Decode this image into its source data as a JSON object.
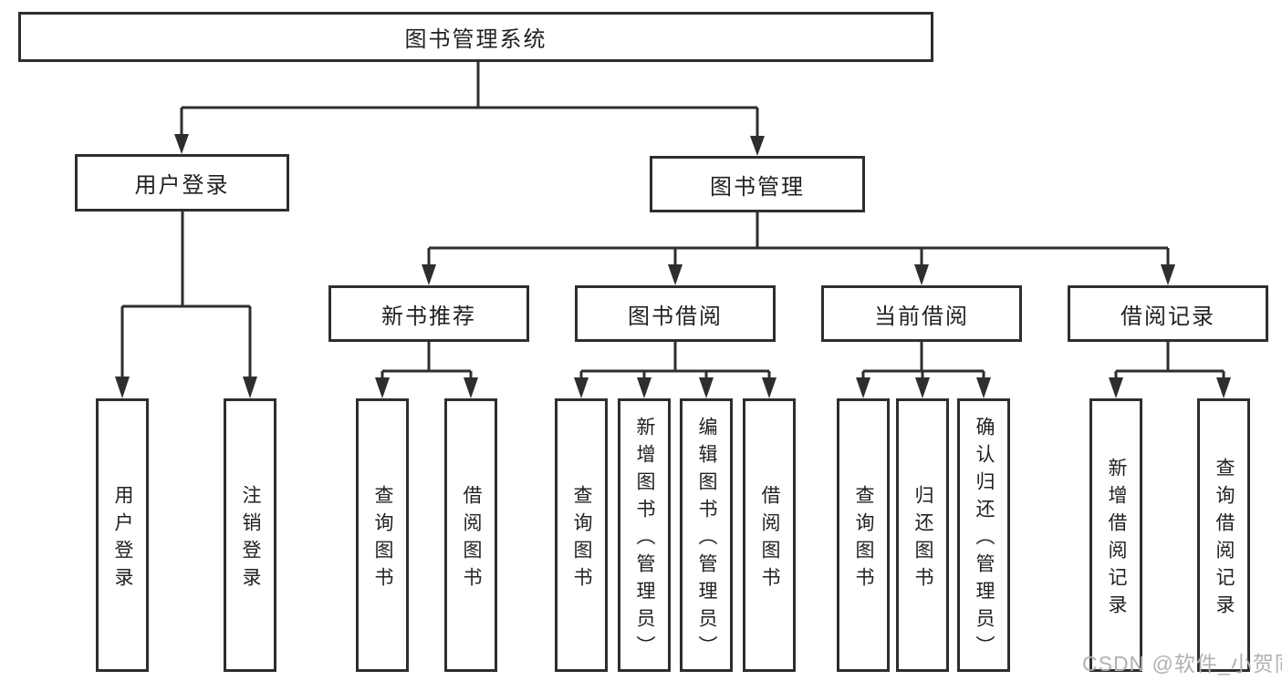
{
  "diagram": {
    "root": {
      "label": "图书管理系统"
    },
    "user_login": {
      "label": "用户登录",
      "children": [
        {
          "label": "用户登录"
        },
        {
          "label": "注销登录"
        }
      ]
    },
    "book_management": {
      "label": "图书管理",
      "sections": [
        {
          "label": "新书推荐",
          "children": [
            {
              "label": "查询图书"
            },
            {
              "label": "借阅图书"
            }
          ]
        },
        {
          "label": "图书借阅",
          "children": [
            {
              "label": "查询图书"
            },
            {
              "label": "新增图书（管理员）"
            },
            {
              "label": "编辑图书（管理员）"
            },
            {
              "label": "借阅图书"
            }
          ]
        },
        {
          "label": "当前借阅",
          "children": [
            {
              "label": "查询图书"
            },
            {
              "label": "归还图书"
            },
            {
              "label": "确认归还（管理员）"
            }
          ]
        },
        {
          "label": "借阅记录",
          "children": [
            {
              "label": "新增借阅记录"
            },
            {
              "label": "查询借阅记录"
            }
          ]
        }
      ]
    }
  },
  "watermark": {
    "text": "CSDN @软件_小贺同学"
  },
  "colors": {
    "line": "#2e2e2e",
    "text": "#212121",
    "watermark": "#b1b1b1",
    "background": "#ffffff"
  }
}
